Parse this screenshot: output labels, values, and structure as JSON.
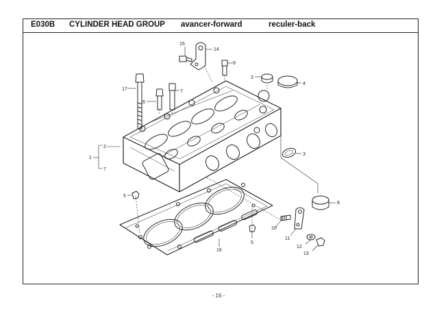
{
  "header": {
    "code": "E030B",
    "title": "CYLINDER HEAD GROUP",
    "forward": "avancer-forward",
    "back": "reculer-back"
  },
  "callouts": [
    "15",
    "14",
    "9",
    "3",
    "4",
    "17",
    "6",
    "7",
    "2",
    "1",
    "7",
    "3",
    "8",
    "5",
    "10",
    "11",
    "5",
    "16",
    "12",
    "13"
  ],
  "page_number": "- 16 -"
}
